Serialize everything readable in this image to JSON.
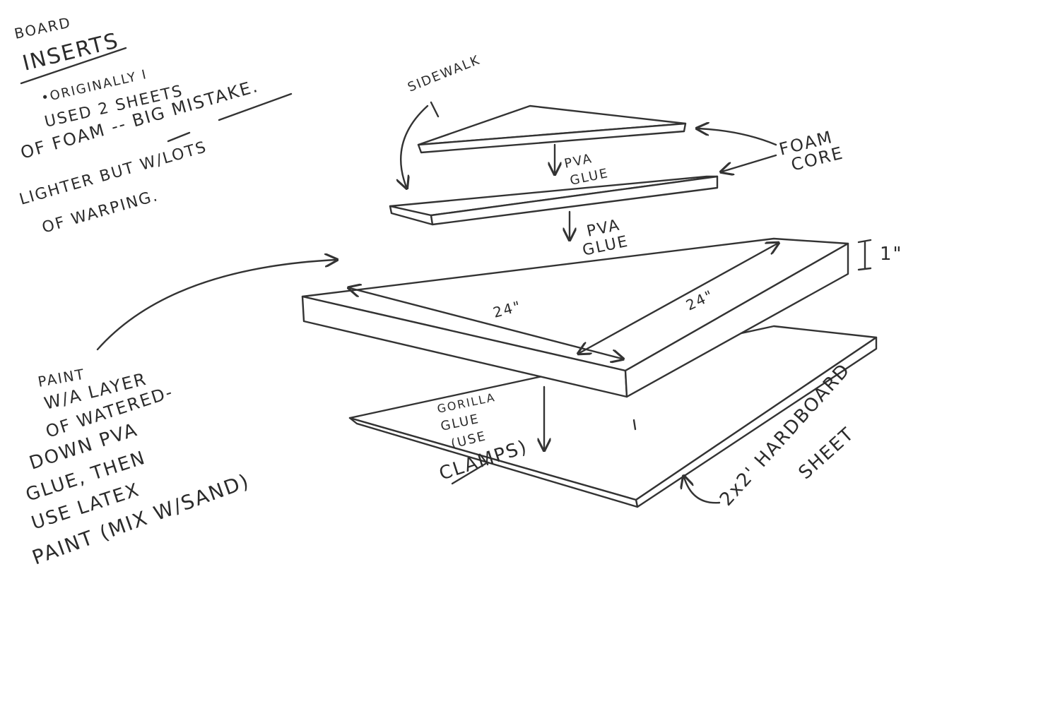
{
  "title": [
    "BOARD",
    "INSERTS"
  ],
  "notes": [
    "•ORIGINALLY I",
    "USED 2 SHEETS",
    "OF FOAM -- BIG MISTAKE.",
    "LIGHTER BUT W/LOTS",
    "OF WARPING."
  ],
  "labels": {
    "sidewalk": "SIDEWALK",
    "foam_core": [
      "FOAM",
      "CORE"
    ],
    "pva_glue_1": [
      "PVA",
      "GLUE"
    ],
    "pva_glue_2": [
      "PVA",
      "GLUE"
    ],
    "thickness": "1\"",
    "dim_left": "24\"",
    "dim_right": "24\"",
    "gorilla_glue": [
      "GORILLA",
      "GLUE",
      "(USE",
      "CLAMPS)"
    ],
    "hardboard": [
      "2x2' HARDBOARD",
      "SHEET"
    ],
    "paint": [
      "PAINT",
      "W/A LAYER",
      "OF WATERED-",
      "DOWN PVA",
      "GLUE, THEN",
      "USE LATEX",
      "PAINT (MIX W/SAND)"
    ]
  },
  "colors": {
    "ink": "#2b2b2b",
    "paper": "#ffffff"
  }
}
